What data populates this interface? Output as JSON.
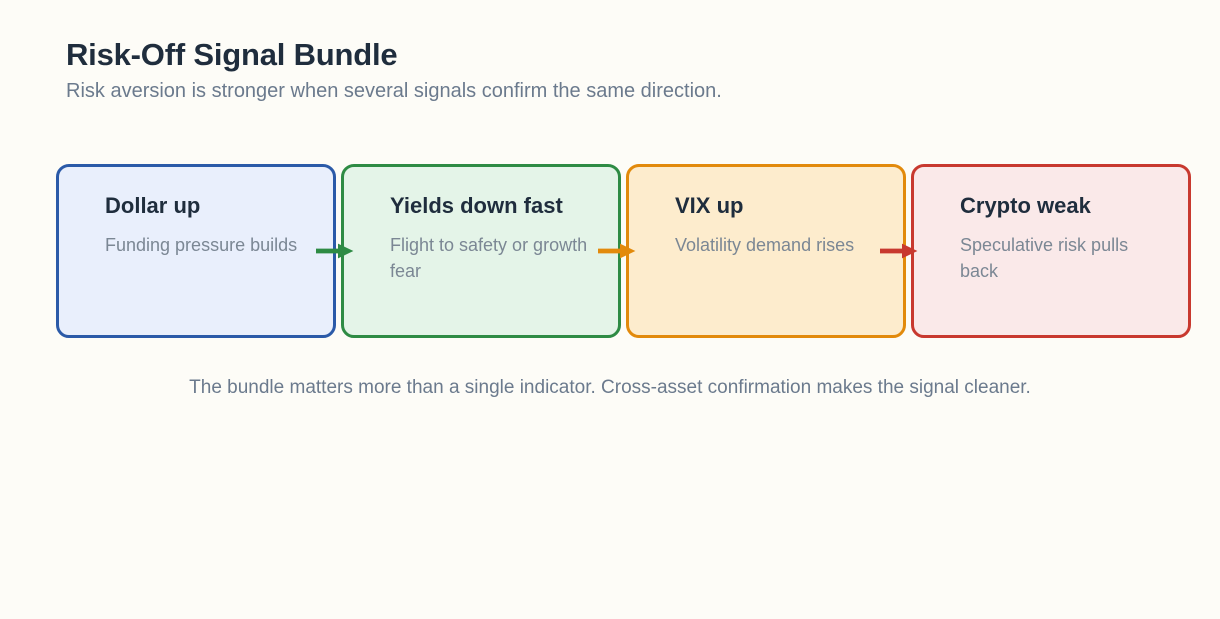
{
  "header": {
    "title": "Risk-Off Signal Bundle",
    "subtitle": "Risk aversion is stronger when several signals confirm the same direction."
  },
  "flow": {
    "cards": [
      {
        "title": "Dollar up",
        "desc": "Funding pressure builds",
        "accent": "#2b5aa8",
        "fill": "#e9effc"
      },
      {
        "title": "Yields down fast",
        "desc": "Flight to safety or growth fear",
        "accent": "#2e8b44",
        "fill": "#e4f4e8"
      },
      {
        "title": "VIX up",
        "desc": "Volatility demand rises",
        "accent": "#e28a0c",
        "fill": "#fdeccd"
      },
      {
        "title": "Crypto weak",
        "desc": "Speculative risk pulls back",
        "accent": "#c8392f",
        "fill": "#fae9e9"
      }
    ],
    "arrows": [
      {
        "name": "arrow-dollar-to-yields",
        "color": "#2e8b44"
      },
      {
        "name": "arrow-yields-to-vix",
        "color": "#e28a0c"
      },
      {
        "name": "arrow-vix-to-crypto",
        "color": "#c8392f"
      }
    ]
  },
  "footer": {
    "note": "The bundle matters more than a single indicator. Cross-asset confirmation makes the signal cleaner."
  },
  "theme": {
    "background": "#fdfcf7",
    "title_color": "#1f2d3d",
    "muted_color": "#6b7a8d"
  }
}
